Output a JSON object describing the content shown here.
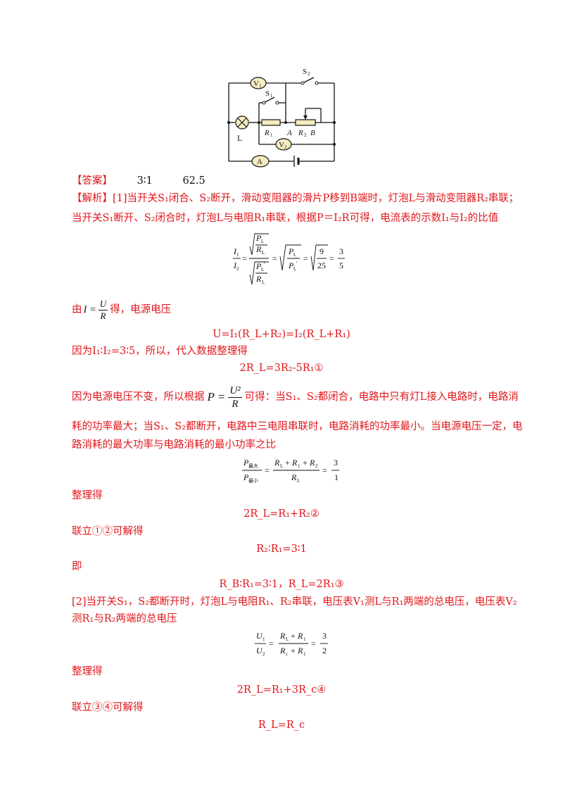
{
  "circuit": {
    "labels": {
      "v1": "V",
      "v1_sub": "1",
      "v2": "V",
      "v2_sub": "2",
      "ammeter": "A",
      "s1": "S",
      "s1_sub": "1",
      "s2": "S",
      "s2_sub": "2",
      "lamp": "L",
      "r1": "R",
      "r1_sub": "1",
      "r2": "R",
      "r2_sub": "2",
      "point_a": "A",
      "point_b": "B"
    }
  },
  "answer": {
    "label": "【答案】",
    "value1": "3∶1",
    "value2": "62.5"
  },
  "analysis": {
    "label": "【解析】",
    "p1_line1": "[1]当开关S₁闭合、S₂断开，滑动变阻器的滑片P移到B端时，灯泡L与滑动变阻器R₂串联；",
    "p1_line2": "当开关S₁断开、S₂闭合时，灯泡L与电阻R₁串联，根据P＝I₂R可得，电流表的示数I₁与I₂的比值",
    "eq1": {
      "lhs_n": "I₁",
      "lhs_d": "I₂",
      "mid_n": "√(P_L / R_L)",
      "mid_d": "√(P_L' / R_L)",
      "r1_n": "P_L",
      "r1_d": "P_L'",
      "r2_n": "9",
      "r2_d": "25",
      "res_n": "3",
      "res_d": "5"
    },
    "p2_prefix": "由",
    "p2_formula_lhs": "I =",
    "p2_formula_n": "U",
    "p2_formula_d": "R",
    "p2_suffix": "得，电源电压",
    "eq2": "U=I₁(R_L+R₂)=I₂(R_L+R₁)",
    "p3": "因为I₁∶I₂=3∶5，所以，代入数据整理得",
    "eq3": "2R_L=3R₂-5R₁①",
    "p4_prefix": "因为电源电压不变，所以根据",
    "p4_formula_lhs": "P =",
    "p4_formula_n": "U²",
    "p4_formula_d": "R",
    "p4_suffix": "可得：当S₁、S₂都闭合，电路中只有灯L接入电路时，电路消",
    "p5_line1": "耗的功率最大；当S₁、S₂都断开，电路中三电阻串联时，电路消耗的功率最小。当电源电压一定，电",
    "p5_line2": "路消耗的最大功率与电路消耗的最小功率之比",
    "eq4": {
      "lhs_n": "P最大",
      "lhs_d": "P最小",
      "mid_n": "R_L + R₁ + R₂",
      "mid_d": "R_L",
      "res_n": "3",
      "res_d": "1"
    },
    "p6": "整理得",
    "eq5": "2R_L=R₁+R₂②",
    "p7": "联立①②可解得",
    "eq6": "R₂∶R₁=3∶1",
    "p8": "即",
    "eq7": "R_B∶R₁=3∶1，R_L=2R₁③",
    "p9_line1": "[2]当开关S₁，S₂都断开时，灯泡L与电阻R₁、R₂串联，电压表V₁测L与R₁两端的总电压，电压表V₂",
    "p9_line2": "测R₁与R₂两端的总电压",
    "eq8": {
      "lhs_n": "U₁",
      "lhs_d": "U₂",
      "mid_n": "R_L + R₁",
      "mid_d": "R_c + R₁",
      "res_n": "3",
      "res_d": "2"
    },
    "p10": "整理得",
    "eq9": "2R_L=R₁+3R_c④",
    "p11": "联立③④可解得",
    "eq10": "R_L=R_c"
  }
}
